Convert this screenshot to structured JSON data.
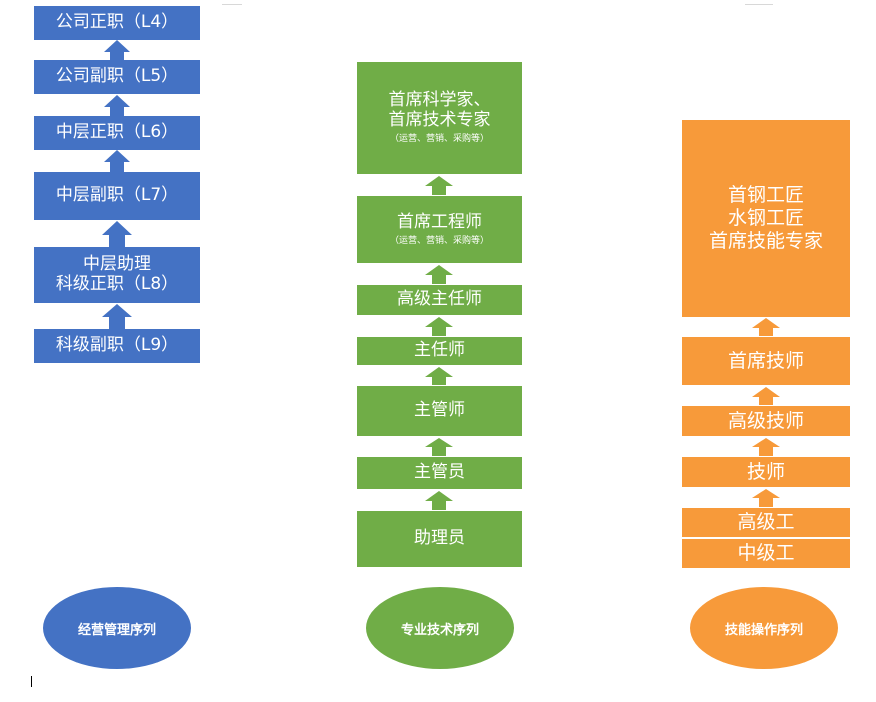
{
  "colors": {
    "management": "#4472c4",
    "technical": "#70ad47",
    "skill": "#f79a3a"
  },
  "management": {
    "levels": [
      "公司正职（L4）",
      "公司副职（L5）",
      "中层正职（L6）",
      "中层副职（L7）",
      "中层助理",
      "科级正职（L8）",
      "科级副职（L9）"
    ],
    "label": "经营管理序列"
  },
  "technical": {
    "levels": [
      "首席科学家、",
      "首席技术专家",
      "（运营、营销、采购等）",
      "首席工程师",
      "（运营、营销、采购等）",
      "高级主任师",
      "主任师",
      "主管师",
      "主管员",
      "助理员"
    ],
    "label": "专业技术序列"
  },
  "skill": {
    "levels": [
      "首钢工匠",
      "水钢工匠",
      "首席技能专家",
      "首席技师",
      "高级技师",
      "技师",
      "高级工",
      "中级工"
    ],
    "label": "技能操作序列"
  }
}
